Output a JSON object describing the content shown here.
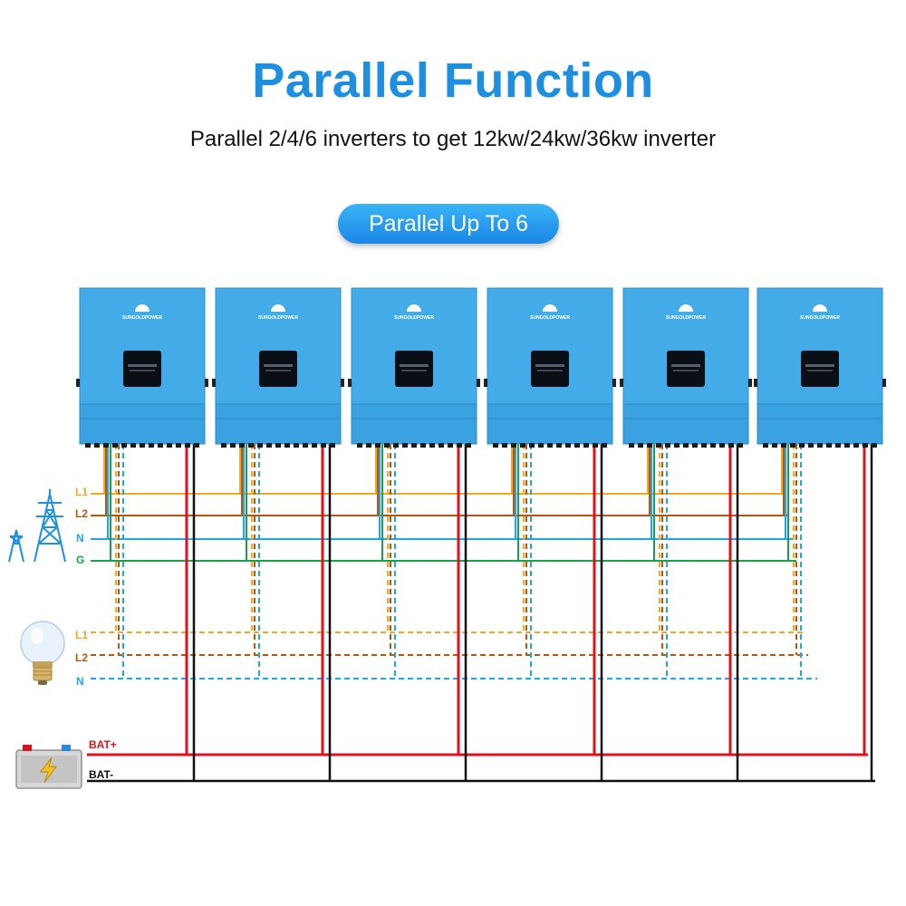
{
  "title": "Parallel Function",
  "subtitle": "Parallel 2/4/6 inverters to get 12kw/24kw/36kw inverter",
  "pill_label": "Parallel Up To 6",
  "inverter_brand": "SUNGOLDPOWER",
  "inverter_count": 6,
  "grid_labels": [
    "L1",
    "L2",
    "N",
    "G"
  ],
  "load_labels": [
    "L1",
    "L2",
    "N"
  ],
  "battery_labels": [
    "BAT+",
    "BAT-"
  ],
  "colors": {
    "title": "#1e8fe0",
    "inverter": "#43abe8",
    "pill": "#1a86e6",
    "L1": "#f5a623",
    "L2": "#b5580f",
    "N": "#1ea7e8",
    "G": "#16a34a",
    "bat_pos": "#e0101f",
    "bat_neg": "#111111"
  },
  "icons": [
    "power-tower-icon",
    "light-bulb-icon",
    "battery-icon"
  ]
}
